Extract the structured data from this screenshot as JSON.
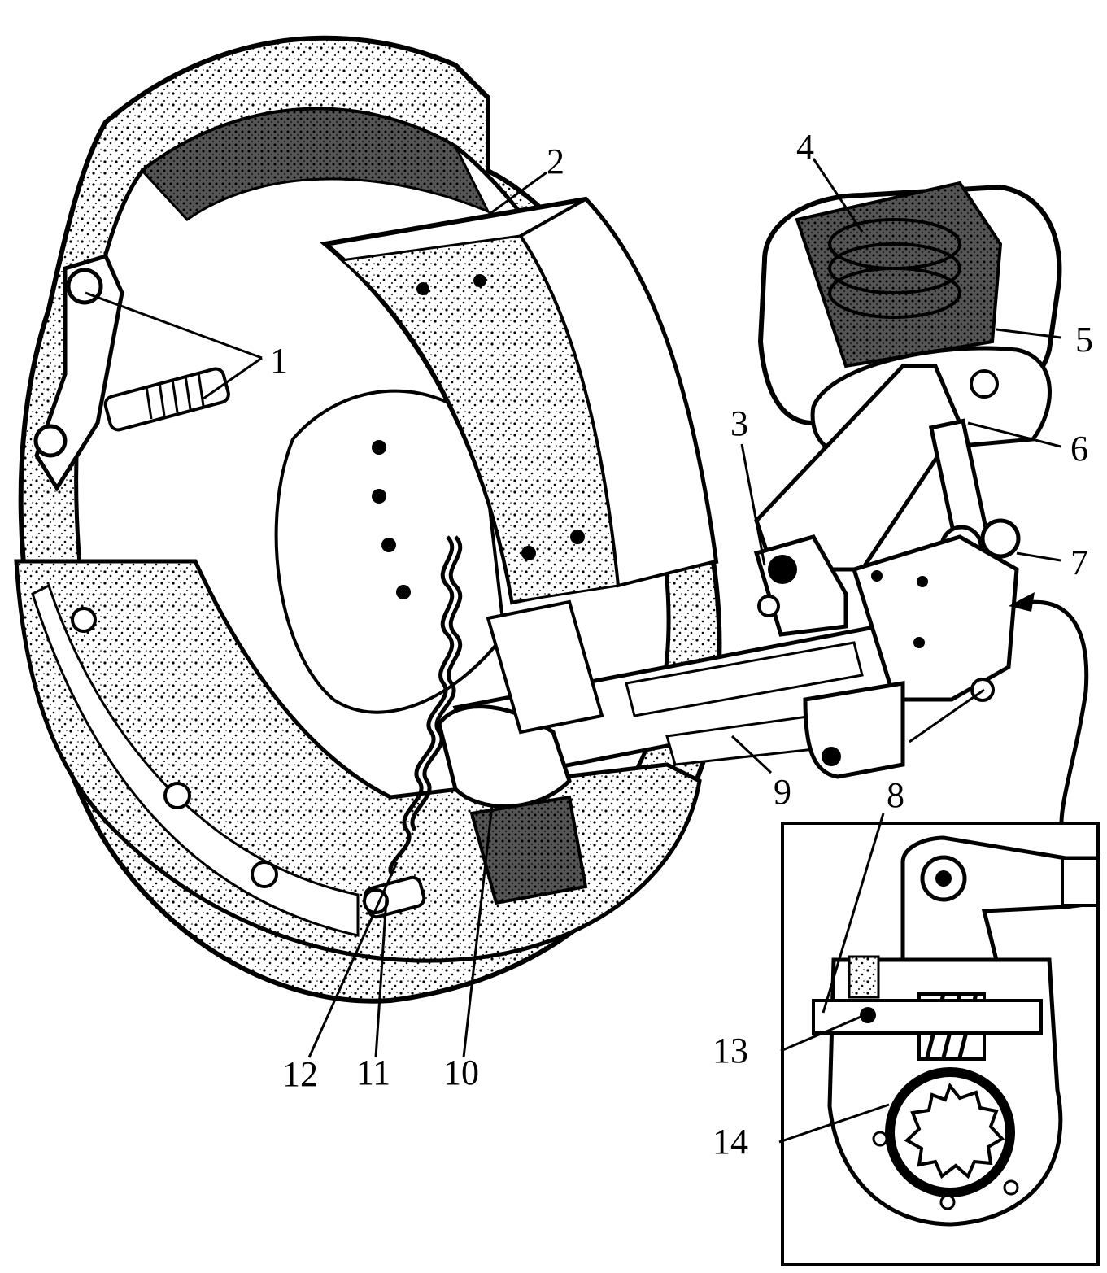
{
  "callouts": [
    {
      "label": "1"
    },
    {
      "label": "2"
    },
    {
      "label": "3"
    },
    {
      "label": "4"
    },
    {
      "label": "5"
    },
    {
      "label": "6"
    },
    {
      "label": "7"
    },
    {
      "label": "8"
    },
    {
      "label": "9"
    },
    {
      "label": "10"
    },
    {
      "label": "11"
    },
    {
      "label": "12"
    },
    {
      "label": "13"
    },
    {
      "label": "14"
    },
    {
      "label": "8"
    }
  ],
  "colors": {
    "ink": "#000000",
    "paper": "#ffffff",
    "shade": "#9a9a9a"
  }
}
